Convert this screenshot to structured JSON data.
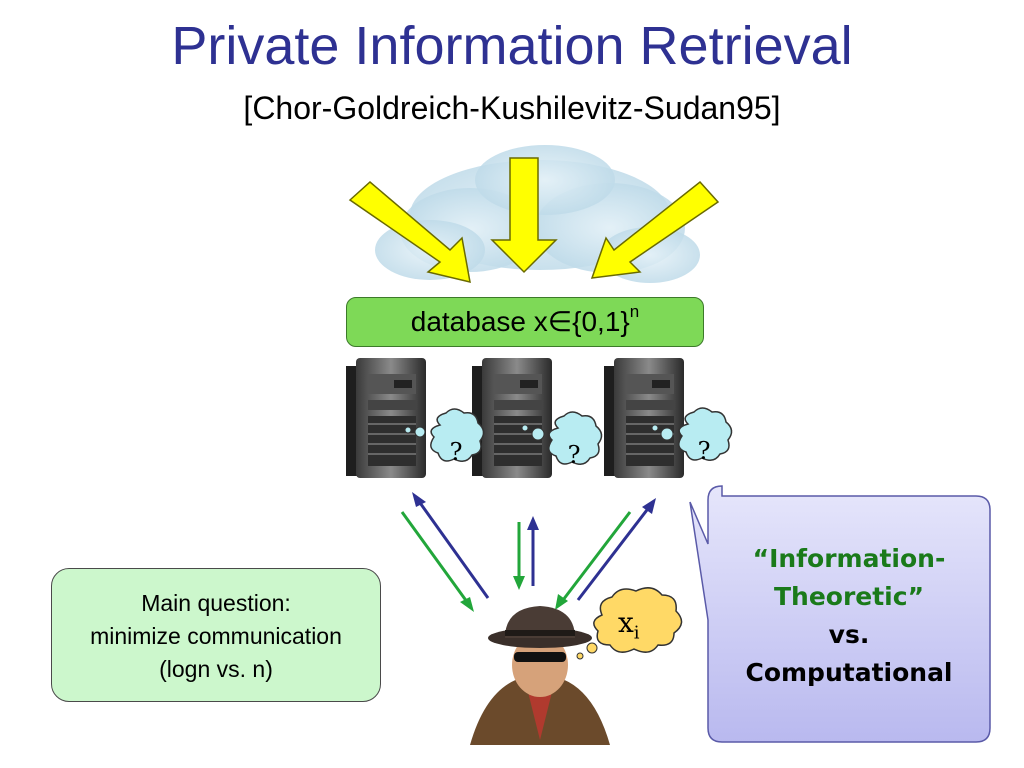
{
  "title": "Private Information Retrieval",
  "subtitle": "[Chor-Goldreich-Kushilevitz-Sudan95]",
  "database": {
    "label": "database x∈{0,1}",
    "superscript": "n"
  },
  "servers": [
    {
      "thought": "?"
    },
    {
      "thought": "?"
    },
    {
      "thought": "?"
    }
  ],
  "user_thought": {
    "var": "x",
    "sub": "i"
  },
  "main_question": {
    "line1": "Main question:",
    "line2": "minimize communication",
    "line3": "(logn vs. n)"
  },
  "callout": {
    "line1": "“Information-",
    "line2": "Theoretic”",
    "line3": "vs.",
    "line4": "Computational"
  },
  "colors": {
    "title": "#2e3192",
    "database_box": "#7ed957",
    "main_question_box": "#ccf7cc",
    "callout_box": "#c9c9f5",
    "callout_green": "#1a7a1a",
    "arrow_yellow": "#ffff00",
    "arrow_green": "#22a63a",
    "arrow_blue": "#2e3192",
    "server_thought": "#b8ecf2",
    "user_thought": "#ffd966"
  }
}
